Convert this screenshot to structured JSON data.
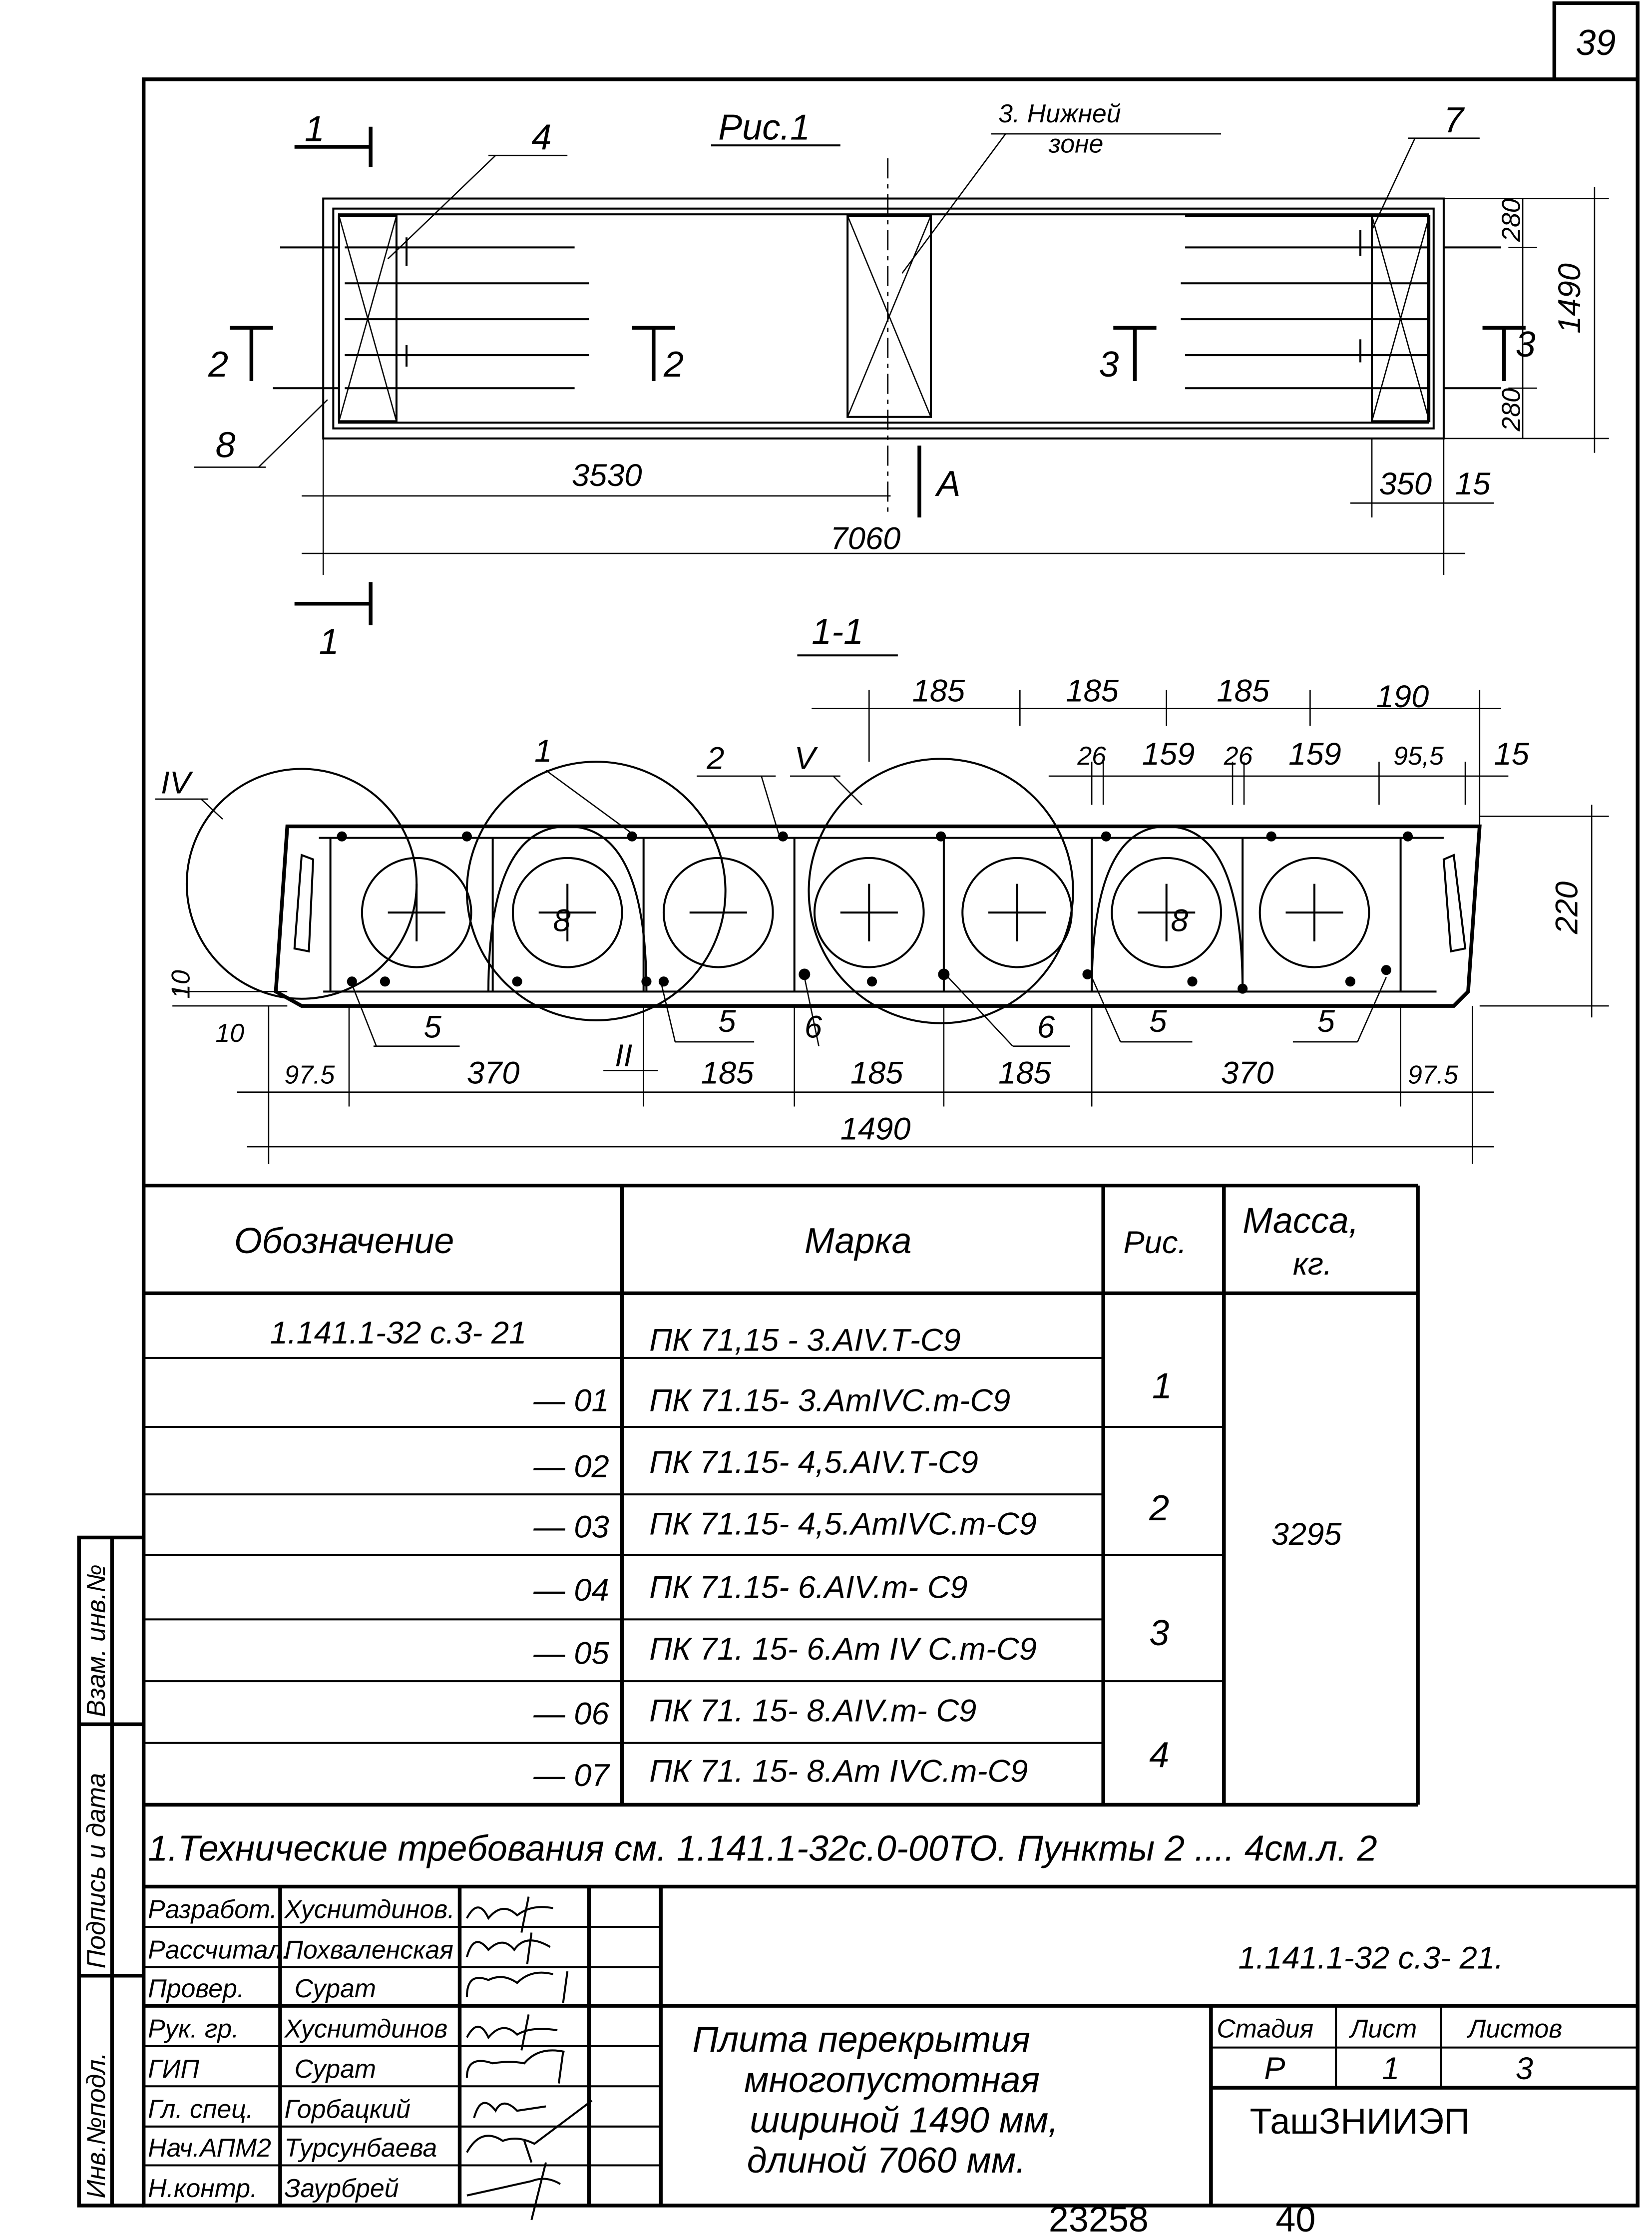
{
  "sheet": {
    "page_number": "39",
    "bottom_number": "23258",
    "bottom_format": "40"
  },
  "side_strip": {
    "label_1": "Взам. инв.№",
    "label_2": "Подпись и дата",
    "label_3": "Инв.№подл."
  },
  "plan": {
    "title": "Рис.1",
    "note_bottom_zone": "3. Нижней",
    "note_bottom_zone_2": "зоне",
    "labels": [
      "1",
      "1",
      "2",
      "2",
      "3",
      "3",
      "4",
      "7",
      "8",
      "А"
    ],
    "dims": [
      "3530",
      "7060",
      "350",
      "15",
      "280",
      "280",
      "1490"
    ]
  },
  "section": {
    "title": "1-1",
    "top_dims": [
      "185",
      "185",
      "185",
      "190"
    ],
    "sub_dims": [
      "26",
      "159",
      "26",
      "159",
      "95,5",
      "15"
    ],
    "height_dim": "220",
    "bottom_dims": [
      "97.5",
      "370",
      "185",
      "185",
      "185",
      "370",
      "97.5"
    ],
    "total_dim": "1490",
    "edge_dims": [
      "10",
      "10"
    ],
    "callouts": [
      "IV",
      "1",
      "2",
      "V",
      "8",
      "8",
      "5",
      "5",
      "6",
      "6",
      "5",
      "5",
      "II"
    ]
  },
  "table": {
    "headers": [
      "Обозначение",
      "Марка",
      "Рис.",
      "Масса,",
      "кг."
    ],
    "rows": [
      {
        "designation": "1.141.1-32 с.3- 21",
        "mark": "ПК 71,15 - 3.АIV.Т-С9"
      },
      {
        "designation": "— 01",
        "mark": "ПК 71.15- 3.АтIVС.т-С9"
      },
      {
        "designation": "— 02",
        "mark": "ПК 71.15- 4,5.АIV.Т-С9"
      },
      {
        "designation": "— 03",
        "mark": "ПК 71.15- 4,5.АтIVС.т-С9"
      },
      {
        "designation": "— 04",
        "mark": "ПК 71.15- 6.АIV.т- С9"
      },
      {
        "designation": "— 05",
        "mark": "ПК 71. 15- 6.Ат IV С.т-С9"
      },
      {
        "designation": "— 06",
        "mark": "ПК 71. 15- 8.АIV.т- С9"
      },
      {
        "designation": "— 07",
        "mark": "ПК 71. 15- 8.Ат IVС.т-С9"
      }
    ],
    "figures": [
      "1",
      "2",
      "3",
      "4"
    ],
    "mass": "3295"
  },
  "note": "1.Технические  требования  см.  1.141.1-32с.0-00ТО.  Пункты 2 .... 4см.л. 2",
  "title_block": {
    "roles": [
      {
        "role": "Разработ.",
        "name": "Хуснитдинов."
      },
      {
        "role": "Рассчитал.",
        "name": "Похваленская"
      },
      {
        "role": "Провер.",
        "name": "Сурат"
      },
      {
        "role": "Рук. гр.",
        "name": "Хуснитдинов"
      },
      {
        "role": "ГИП",
        "name": "Сурат"
      },
      {
        "role": "Гл. спец.",
        "name": "Горбацкий"
      },
      {
        "role": "Нач.АПМ2",
        "name": "Турсунбаева"
      },
      {
        "role": "Н.контр.",
        "name": "Заурбрей"
      }
    ],
    "document_code": "1.141.1-32 с.3- 21.",
    "product_title": [
      "Плита  перекрытия",
      "многопустотная",
      "шириной     1490 мм,",
      "длиной     7060  мм."
    ],
    "stage_header": "Стадия",
    "sheet_header": "Лист",
    "sheets_header": "Листов",
    "stage": "Р",
    "sheet": "1",
    "sheets": "3",
    "organization": "ТашЗНИИЭП"
  }
}
